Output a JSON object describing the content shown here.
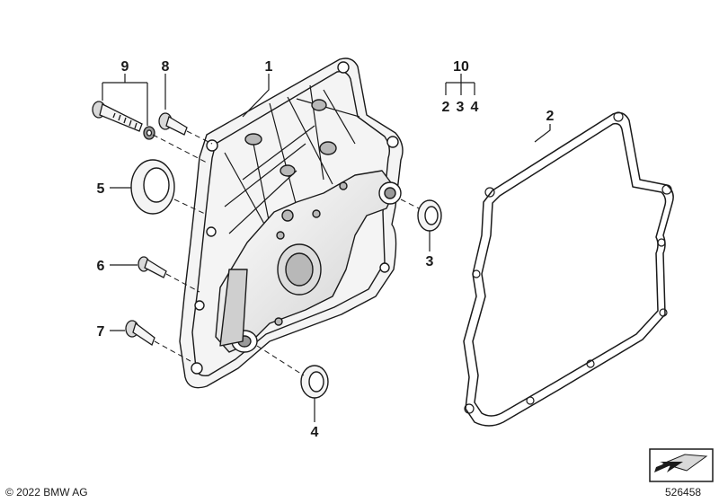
{
  "labels": {
    "p1": "1",
    "p2": "2",
    "p3": "3",
    "p4": "4",
    "p5": "5",
    "p6": "6",
    "p7": "7",
    "p8": "8",
    "p9": "9",
    "p10": "10",
    "kit_2": "2",
    "kit_3": "3",
    "kit_4": "4"
  },
  "footer": {
    "copyright": "© 2022 BMW AG",
    "doc_number": "526458"
  },
  "colors": {
    "line": "#1a1a1a",
    "fill_light": "#f2f2f2",
    "fill_mid": "#d9d9d9",
    "fill_dark": "#9a9a9a"
  }
}
